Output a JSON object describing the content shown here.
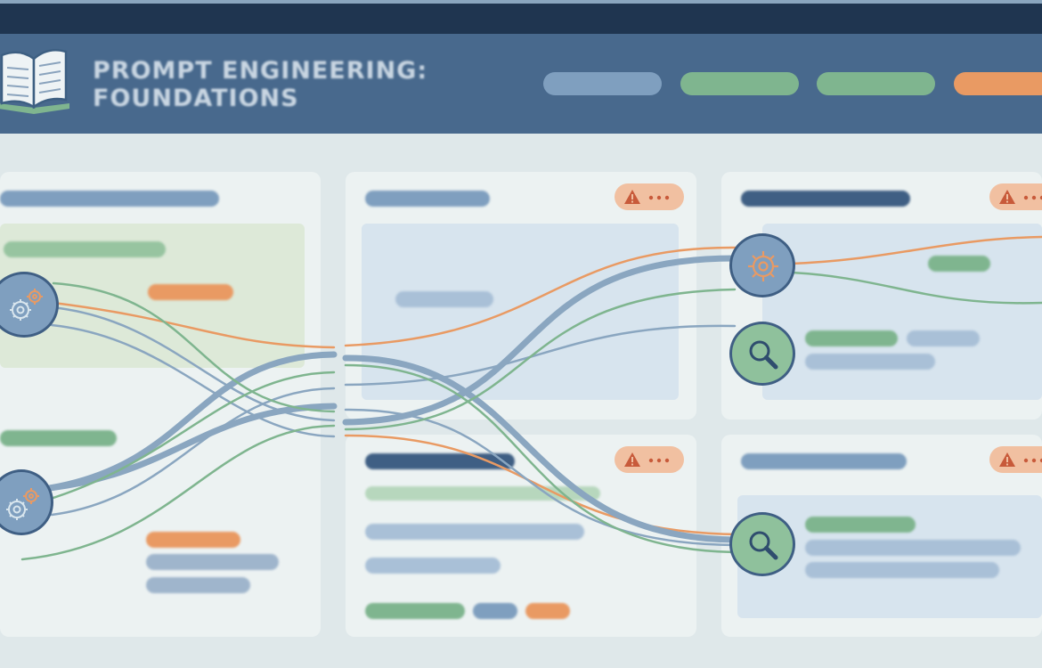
{
  "app": {
    "title_line1": "PROMPT ENGINEERING:",
    "title_line2": "FOUNDATIONS"
  },
  "colors": {
    "topbar": "#1f3550",
    "header": "#48698d",
    "background": "#dfe8ea",
    "card": "#ecf2f2",
    "blue": "#7f9fbf",
    "green": "#7fb58f",
    "orange": "#e99a63",
    "navy": "#3f5f84",
    "warning_bg": "#f1c0a1",
    "warning_icon": "#c85a3a"
  },
  "header_nav": [
    {
      "name": "nav-pill-1",
      "color": "blue"
    },
    {
      "name": "nav-pill-2",
      "color": "green"
    },
    {
      "name": "nav-pill-3",
      "color": "green"
    },
    {
      "name": "nav-pill-4",
      "color": "orange"
    }
  ],
  "icons": {
    "header_logo": "open-book-icon",
    "process_node": "gears-icon",
    "inspect_node": "magnifier-icon",
    "card_alert": "warning-more-icon"
  }
}
